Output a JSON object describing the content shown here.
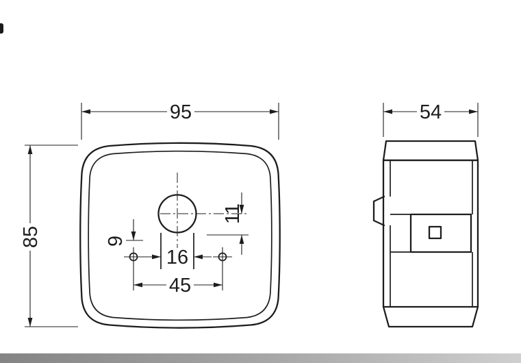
{
  "page": {
    "background": "#ffffff",
    "line_color": "#1d1d1d",
    "photo_edge_color": "#848484"
  },
  "drawing": {
    "type": "technical-dimension-drawing",
    "views": {
      "front": {
        "name": "front-view",
        "dimensions": {
          "overall_width": "95",
          "overall_height": "85",
          "hole_spacing": "45",
          "slot_width": "16",
          "hole_offset": "9",
          "connector_offset": "11"
        }
      },
      "side": {
        "name": "side-view",
        "dimensions": {
          "overall_depth": "54"
        }
      }
    }
  }
}
